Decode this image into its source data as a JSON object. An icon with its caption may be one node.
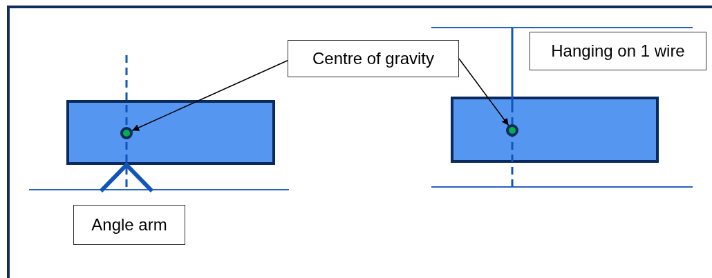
{
  "diagram": {
    "nodes": [
      {
        "text": [],
        "shape": "box"
      },
      {
        "text": [],
        "shape": "circle",
        "in": 0
      },
      {
        "text": [
          "Centre of gravity"
        ]
      },
      {
        "text": [],
        "shape": "box"
      },
      {
        "text": [],
        "shape": "circle",
        "in": 3
      },
      {
        "text": [
          "Hanging on 1 wire"
        ]
      },
      {
        "text": [
          "Angle arm"
        ]
      }
    ],
    "edges": [
      {
        "from": 2,
        "to": 1,
        "arrow": "to"
      },
      {
        "from": 2,
        "to": 4,
        "arrow": "to"
      }
    ]
  }
}
